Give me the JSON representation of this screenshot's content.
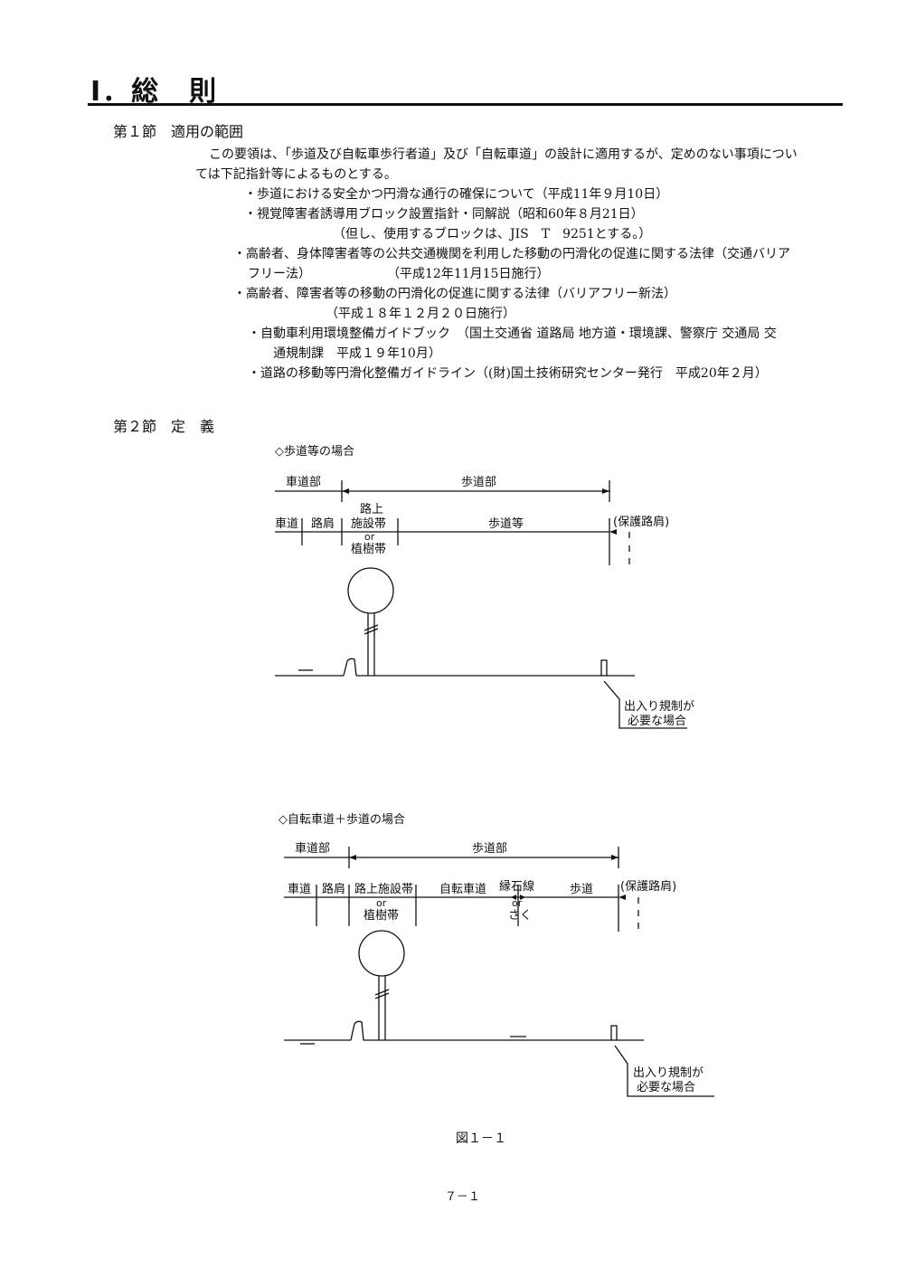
{
  "chapter_title": "Ⅰ．総　則",
  "section1": {
    "title": "第１節　適用の範囲",
    "intro_line1": "この要領は、「歩道及び自転車歩行者道」及び「自転車道」の設計に適用するが、定めのない事項につい",
    "intro_line2": "ては下記指針等によるものとする。",
    "items": [
      "・歩道における安全かつ円滑な通行の確保について（平成11年９月10日）",
      "・視覚障害者誘導用ブロック設置指針・同解説（昭和60年８月21日）",
      "（但し、使用するブロックは、JIS　T　9251とする。）",
      "・高齢者、身体障害者等の公共交通機関を利用した移動の円滑化の促進に関する法律（交通バリア",
      "フリー法）　　　　　　　（平成12年11月15日施行）",
      "・高齢者、障害者等の移動の円滑化の促進に関する法律（バリアフリー新法）",
      "（平成１８年１２月２０日施行）",
      "・自動車利用環境整備ガイドブック　（国土交通省 道路局 地方道・環境課、警察庁 交通局 交",
      "通規制課　平成１９年10月）",
      "・道路の移動等円滑化整備ガイドライン（(財)国土技術研究センター発行　平成20年２月）"
    ]
  },
  "section2": {
    "title": "第２節　定　義"
  },
  "diagram1": {
    "heading": "◇歩道等の場合",
    "label_roadway_part": "車道部",
    "label_sidewalk_part": "歩道部",
    "label_roadway": "車道",
    "label_shoulder": "路肩",
    "label_facility_line1": "路上",
    "label_facility_line2": "施設帯",
    "label_or": "or",
    "label_planting": "植樹帯",
    "label_sidewalk": "歩道等",
    "label_protective_shoulder": "(保護路肩)",
    "label_access_line1": "出入り規制が",
    "label_access_line2": "必要な場合"
  },
  "diagram2": {
    "heading": "◇自転車道＋歩道の場合",
    "label_roadway_part": "車道部",
    "label_sidewalk_part": "歩道部",
    "label_roadway": "車道",
    "label_shoulder": "路肩",
    "label_facility": "路上施設帯",
    "label_or": "or",
    "label_planting": "植樹帯",
    "label_bike_lane": "自転車道",
    "label_curb_line": "縁石線",
    "label_or2": "or",
    "label_fence": "さく",
    "label_sidewalk": "歩道",
    "label_protective_shoulder": "(保護路肩)",
    "label_access_line1": "出入り規制が",
    "label_access_line2": "必要な場合"
  },
  "figure_caption": "図１－１",
  "page_number": "７－１"
}
